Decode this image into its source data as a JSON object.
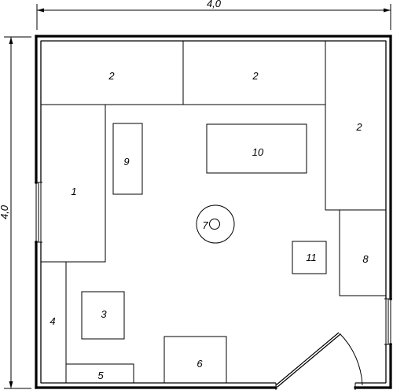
{
  "dimensions": {
    "width_label": "4,0",
    "height_label": "4,0"
  },
  "labels": {
    "top_left": "2",
    "top_middle": "2",
    "right_upper": "2",
    "left_tall": "1",
    "rack": "9",
    "table": "10",
    "center_round": "7",
    "right_lower": "8",
    "small_box": "11",
    "bottom_left_strip": "4",
    "square_unit": "3",
    "bottom_shelf": "5",
    "bottom_unit": "6"
  }
}
